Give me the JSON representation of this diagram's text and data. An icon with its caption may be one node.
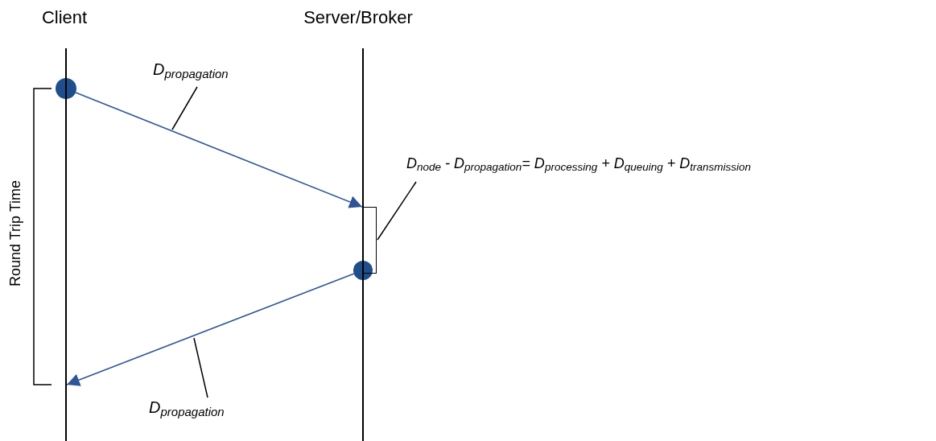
{
  "diagram": {
    "nodes": [
      {
        "text": [
          "Client"
        ]
      },
      {
        "text": [
          "Server/Broker"
        ]
      },
      {
        "text": [],
        "shape": "circle"
      },
      {
        "text": [],
        "shape": "circle"
      },
      {
        "text": [
          "D$_{propagation}$"
        ]
      },
      {
        "text": [
          "D$_{node}$ - D$_{propagation}$= D$_{processing}$ + D$_{queuing}$ + D$_{transmission}$"
        ]
      },
      {
        "text": [
          "D$_{propagation}$"
        ]
      },
      {
        "text": [],
        "shape": "line"
      },
      {
        "text": [],
        "shape": "line"
      },
      {
        "text": [],
        "shape": "bracket"
      }
    ],
    "edges": [
      {
        "from": 2,
        "to": 8,
        "arrow": "to",
        "color": "#2f5597"
      },
      {
        "from": 3,
        "to": 7,
        "arrow": "to",
        "color": "#2f5597"
      },
      {
        "from": 4,
        "to": null,
        "arrow": "none"
      },
      {
        "from": 5,
        "to": 9,
        "arrow": "none"
      },
      {
        "from": 6,
        "to": null,
        "arrow": "none"
      }
    ],
    "labels": [
      "Round Trip Time"
    ]
  }
}
